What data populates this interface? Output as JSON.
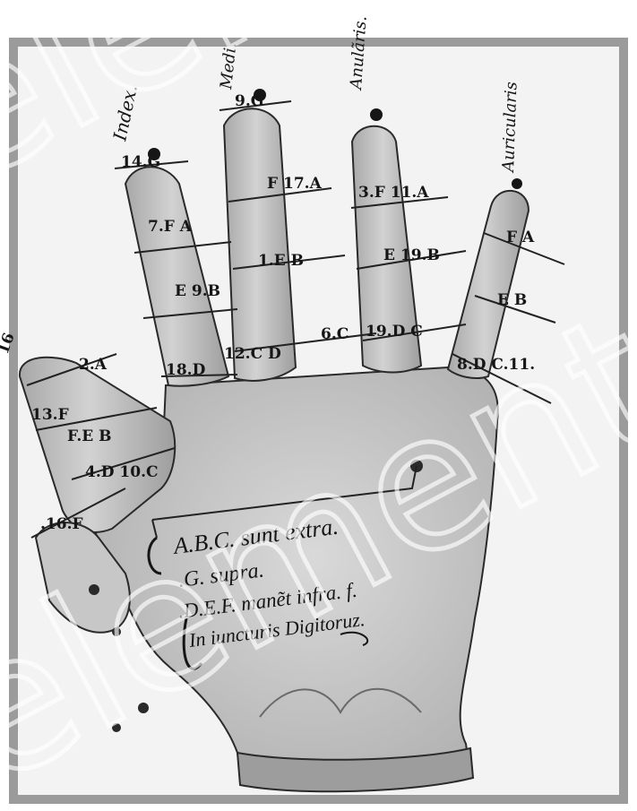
{
  "finger_labels": {
    "index": "Index.",
    "medius": "Medi.",
    "annularis": "Anulãris.",
    "auricularis": "Auricularis"
  },
  "palm_text": {
    "line1": "A.B.C. sunt extra.",
    "line2": ".G. supra.",
    "line3": ".D.E.F. manẽt infra. f.",
    "line4": "In iuncturis Digitoruz."
  },
  "index_finger_notes": [
    "14.G",
    "7.F A",
    "E 9.B",
    "18.D"
  ],
  "middle_finger_notes": [
    "9.G",
    "F 17.A",
    "1.E B",
    "12.C D",
    "6.C"
  ],
  "ring_finger_notes": [
    "3.F 11.A",
    "E 19.B",
    "19.D C"
  ],
  "little_finger_notes": [
    "F A",
    "E B",
    "8.D C.11."
  ],
  "thumb_notes": [
    "2.A",
    "13.F",
    "F.E B",
    "4.D 10.C",
    ".16.F"
  ],
  "thumb_edge_mark": "16",
  "watermark_text": "element",
  "colors": {
    "frame": "#9b9b9b",
    "background": "#f3f3f3",
    "hand": "#bdbdbd",
    "ink": "#161616"
  }
}
